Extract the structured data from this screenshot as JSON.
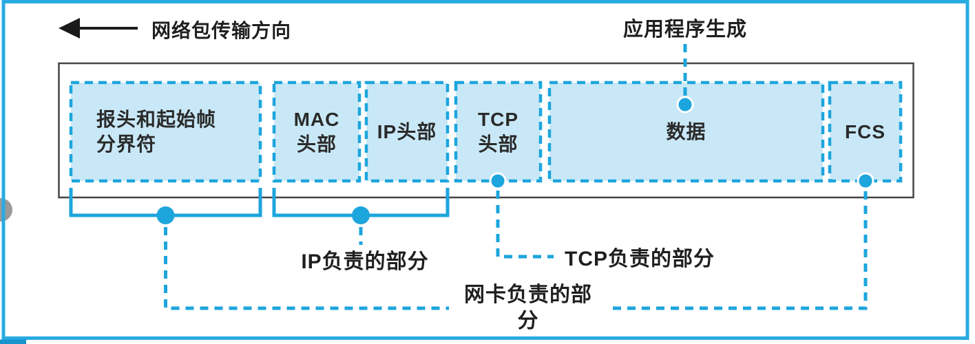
{
  "colors": {
    "accent_cyan": "#1da5dd",
    "frame_blue": "#29abe2",
    "field_fill": "#c9e8f7",
    "ink_black": "#1f1f1f",
    "box_border_gray": "#454545",
    "handle_gray": "#9a9a9a"
  },
  "header": {
    "direction_label": "网络包传输方向",
    "app_generated_label": "应用程序生成"
  },
  "packet": {
    "fields": [
      {
        "id": "preamble",
        "label": "报头和起始帧\n分界符"
      },
      {
        "id": "mac-header",
        "label": "MAC\n头部"
      },
      {
        "id": "ip-header",
        "label": "IP头部"
      },
      {
        "id": "tcp-header",
        "label": "TCP\n头部"
      },
      {
        "id": "data",
        "label": "数据"
      },
      {
        "id": "fcs",
        "label": "FCS"
      }
    ]
  },
  "annotations": {
    "ip_part": "IP负责的部分",
    "tcp_part": "TCP负责的部分",
    "nic_part": "网卡负责的部分"
  }
}
